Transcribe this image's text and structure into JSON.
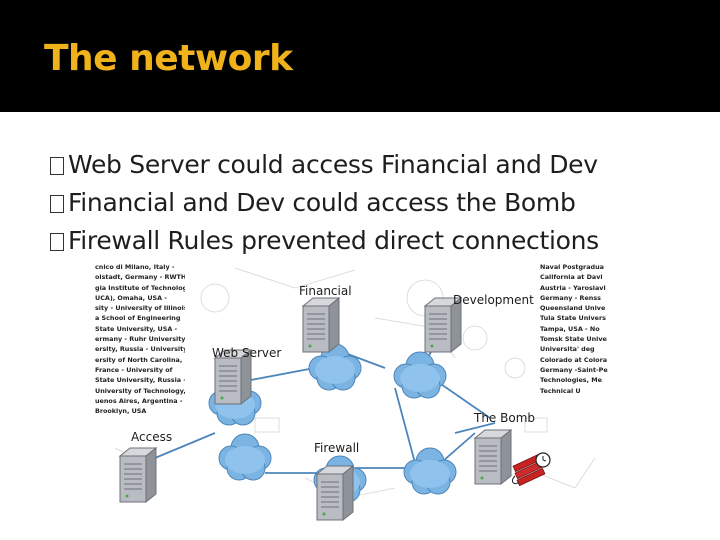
{
  "slide": {
    "title": "The network",
    "bullets": [
      "Web Server could access Financial and Dev",
      "Financial and Dev could access the Bomb",
      "Firewall Rules prevented direct connections"
    ]
  },
  "diagram": {
    "nodes": {
      "financial": "Financial",
      "development": "Development",
      "web_server": "Web Server",
      "the_bomb": "The Bomb",
      "access": "Access",
      "firewall": "Firewall"
    },
    "left_list": [
      "cnico di Milano, Italy -",
      "olstadt, Germany - RWTH",
      "gia Institute of Technology,",
      "UCA), Omaha, USA -",
      "sity - University of Illinois at",
      "a School of Engineering",
      "State University, USA -",
      "ermany - Ruhr University",
      "ersity, Russia - University",
      "ersity of North Carolina,",
      "France - University of",
      "State University, Russia -",
      "University of Technology,",
      "uenos Aires, Argentina -",
      "Brooklyn, USA"
    ],
    "right_list": [
      "Naval Postgradua",
      "California at Davi",
      "Austria - Yaroslavl",
      "Germany - Renss",
      "Queensland Unive",
      "Tula State Univers",
      "Tampa, USA - No",
      "Tomsk State Unive",
      "Universita' deg",
      "Colorado at Colora",
      "Germany -Saint-Pe",
      "Technologies, Me",
      "Technical U"
    ]
  },
  "colors": {
    "title_bar": "#000000",
    "title_text": "#f0b21b",
    "body_text": "#1e1e1e",
    "cloud": "#7bb4e3",
    "server": "#b9bcc2"
  }
}
